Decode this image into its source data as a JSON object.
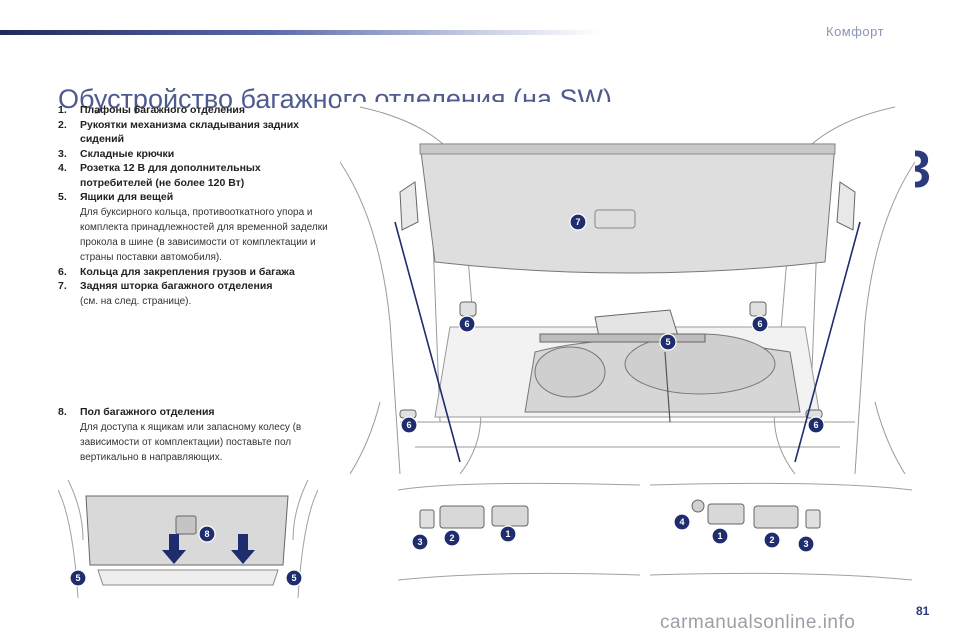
{
  "header": {
    "section": "Комфорт",
    "chapter": "3"
  },
  "title": "Обустройство багажного отделения (на SW)",
  "items": [
    {
      "num": "1.",
      "text": "Плафоны багажного отделения"
    },
    {
      "num": "2.",
      "text": "Рукоятки механизма складывания задних сидений"
    },
    {
      "num": "3.",
      "text": "Складные крючки"
    },
    {
      "num": "4.",
      "text": "Розетка 12 В для дополнительных потребителей (не более 120 Вт)"
    },
    {
      "num": "5.",
      "text": "Ящики для вещей",
      "desc": "Для буксирного кольца, противооткатного упора и комплекта принадлежностей для временной заделки прокола в шине (в зависимости от комплектации и страны поставки автомобиля)."
    },
    {
      "num": "6.",
      "text": "Кольца для закрепления грузов и багажа"
    },
    {
      "num": "7.",
      "text": "Задняя шторка багажного отделения",
      "desc": "(см. на след. странице)."
    }
  ],
  "item8": {
    "num": "8.",
    "text": "Пол багажного отделения",
    "desc": "Для доступа к ящикам или запасному колесу (в зависимости от комплектации) поставьте пол вертикально в направляющих."
  },
  "callouts": {
    "c1": "1",
    "c2": "2",
    "c3": "3",
    "c4": "4",
    "c5": "5",
    "c6": "6",
    "c7": "7",
    "c8": "8"
  },
  "footer": {
    "page": "81",
    "watermark": "carmanualsonline.info"
  },
  "colors": {
    "title": "#4f5b8f",
    "accent": "#1f2d6e",
    "tab": "#2b3a7c"
  }
}
